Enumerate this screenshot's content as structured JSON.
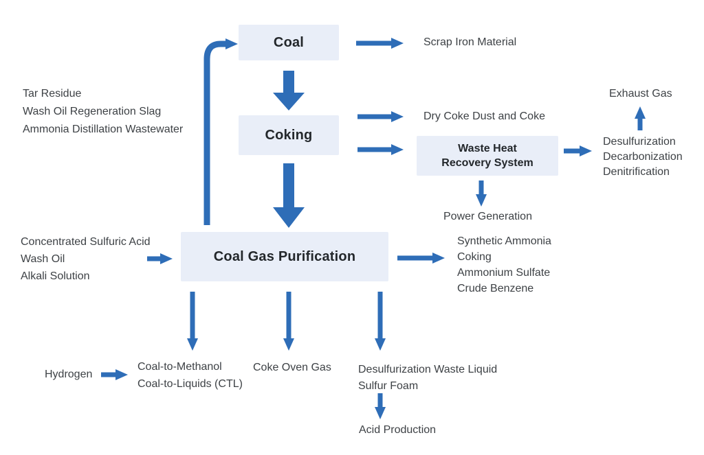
{
  "colors": {
    "arrow": "#2e6db7",
    "box_fill": "#e9eef8",
    "label_text": "#3d4145",
    "box_text": "#23272b",
    "background": "#ffffff"
  },
  "boxes": {
    "coal": {
      "label": "Coal"
    },
    "coking": {
      "label": "Coking"
    },
    "whrs": {
      "line1": "Waste Heat",
      "line2": "Recovery System"
    },
    "purification": {
      "label": "Coal Gas Purification"
    }
  },
  "labels": {
    "scrap_iron": "Scrap Iron Material",
    "dry_coke": "Dry Coke Dust and Coke",
    "exhaust_gas": "Exhaust Gas",
    "power_generation": "Power Generation",
    "hydrogen": "Hydrogen",
    "coke_oven_gas": "Coke Oven Gas",
    "acid_production": "Acid Production",
    "coking_inputs": [
      "Tar Residue",
      "Wash Oil Regeneration Slag",
      "Ammonia Distillation Wastewater"
    ],
    "purification_inputs": [
      "Concentrated Sulfuric Acid",
      "Wash Oil",
      "Alkali Solution"
    ],
    "purification_outputs": [
      "Synthetic Ammonia",
      "Coking",
      "Ammonium Sulfate",
      "Crude Benzene"
    ],
    "flue_gas_treatment": [
      "Desulfurization",
      "Decarbonization",
      "Denitrification"
    ],
    "ctl_outputs": [
      "Coal-to-Methanol",
      "Coal-to-Liquids (CTL)"
    ],
    "desulfurization_waste": [
      "Desulfurization Waste Liquid",
      "Sulfur Foam"
    ]
  }
}
